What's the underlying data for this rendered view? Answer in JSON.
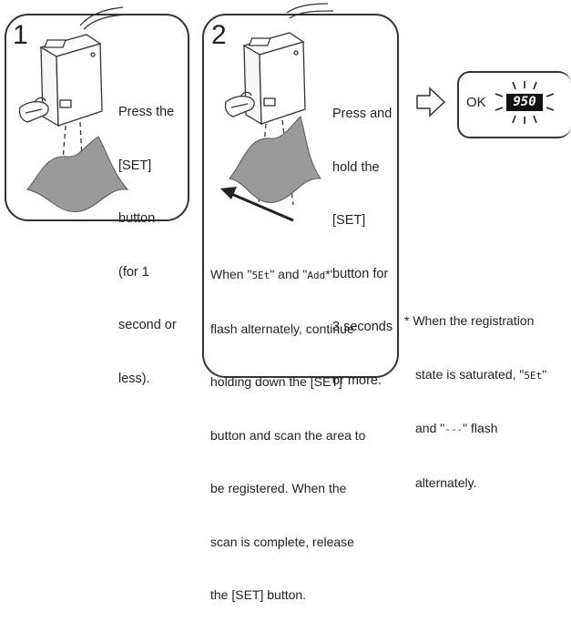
{
  "step1": {
    "number": "1",
    "instruction_lines": [
      "Press the",
      "[SET]",
      "button",
      "(for 1",
      "second or",
      "less)."
    ]
  },
  "step2": {
    "number": "2",
    "instruction_lines": [
      "Press and",
      "hold the",
      "[SET]",
      "button for",
      "3 seconds",
      "or more."
    ],
    "note": {
      "line1_a": "When \"",
      "code_set": "5Et",
      "line1_b": "\" and \"",
      "code_add": "Add",
      "line1_c": "*\"",
      "rest_lines": [
        "flash alternately, continue",
        "holding down the [SET]",
        "button and scan the area to",
        "be registered. When the",
        "scan is complete, release",
        "the [SET] button."
      ]
    }
  },
  "result": {
    "ok_label": "OK",
    "display_value": "950"
  },
  "footnote": {
    "line1": "* When the registration",
    "line2_a": "state is saturated, \"",
    "code_set": "5Et",
    "line2_b": "\"",
    "line3_a": "and \"",
    "code_dash": "---",
    "line3_b": "\" flash",
    "line4": "alternately."
  }
}
